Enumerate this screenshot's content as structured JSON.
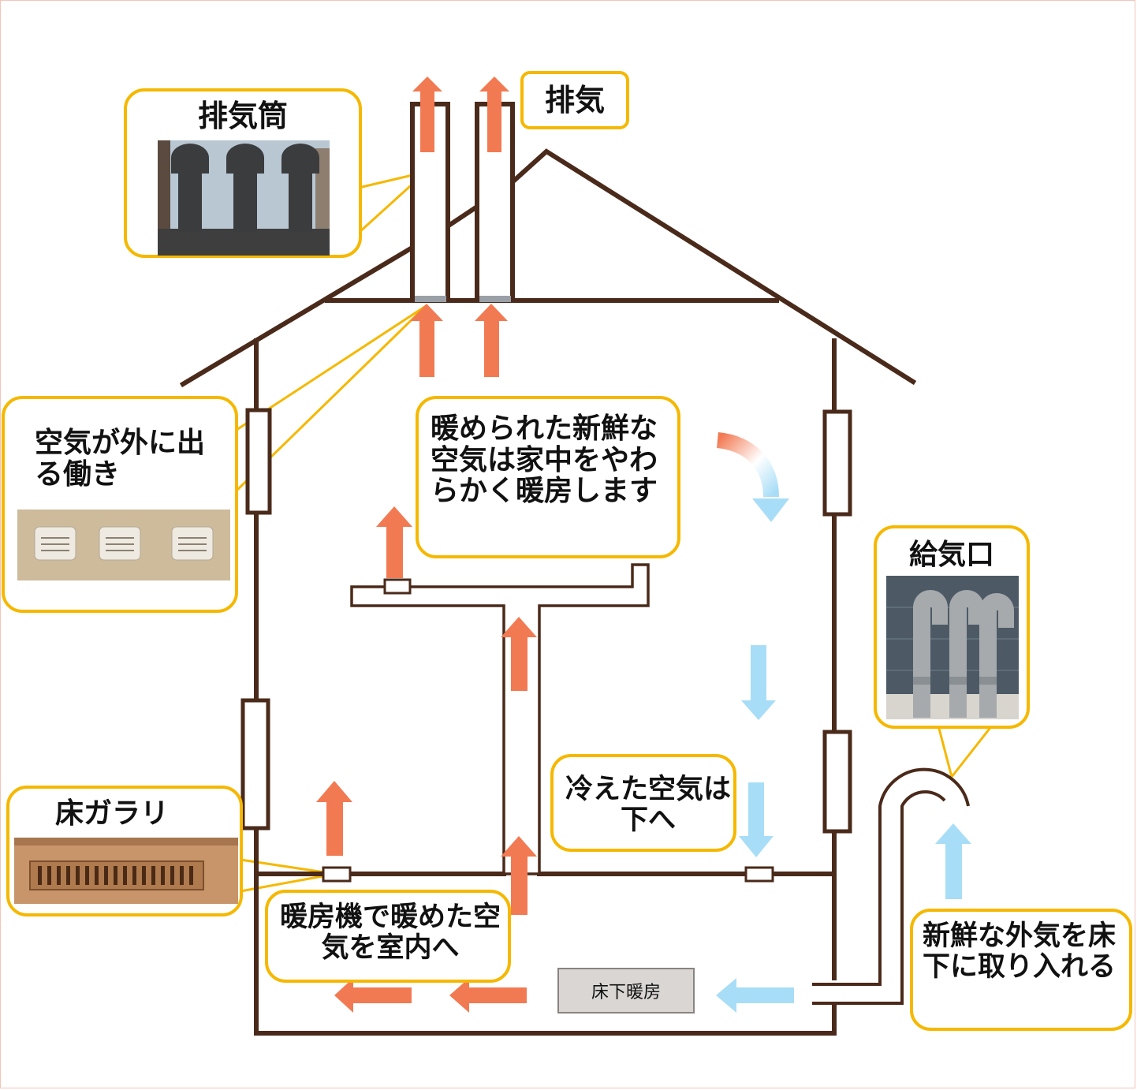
{
  "labels": {
    "exhaust": "排気",
    "exhaust_pipe": "排気筒",
    "outflow_action": "空気が外に出る働き",
    "warm_fresh_air": "暖められた新鮮な空気は家中をやわらかく暖房します",
    "supply_port": "給気口",
    "floor_grille": "床ガラリ",
    "cold_air_down": "冷えた空気は下へ",
    "heater_to_room": "暖房機で暖めた空気を室内へ",
    "fresh_outside_air": "新鮮な外気を床下に取り入れる",
    "underfloor_heating": "床下暖房"
  },
  "colors": {
    "structure": "#4a2a1a",
    "warm_arrow": "#f27a52",
    "cool_arrow": "#a8ddf7",
    "callout_border": "#f5b800"
  }
}
